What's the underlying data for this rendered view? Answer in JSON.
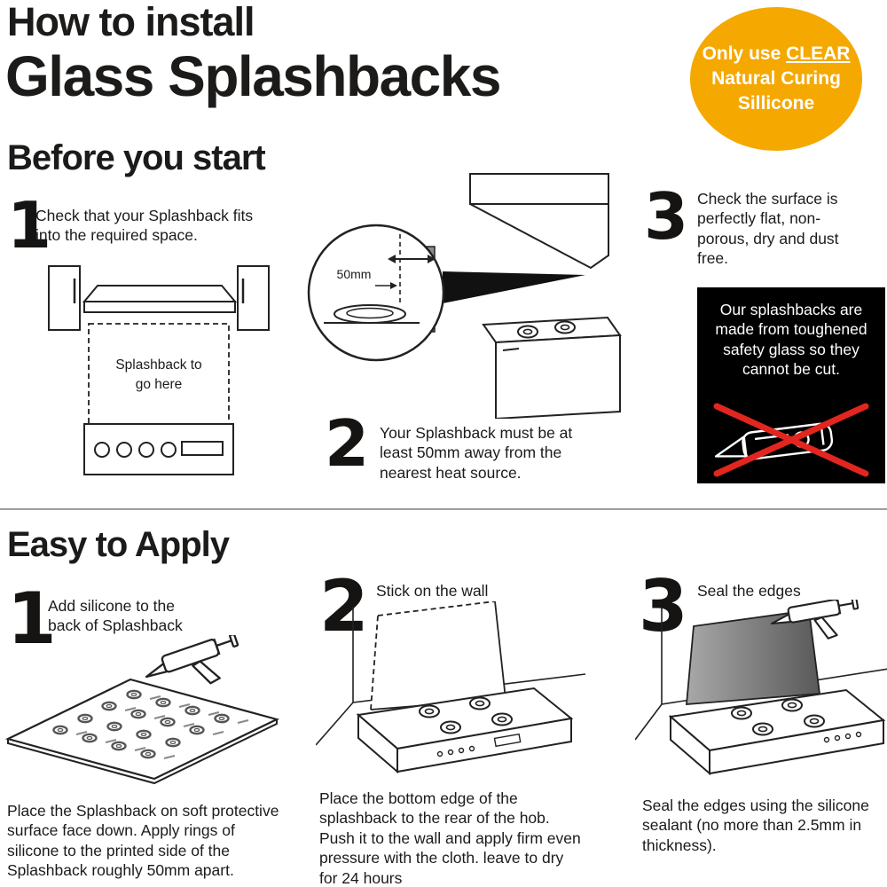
{
  "header": {
    "title_line1": "How to install",
    "title_line2": "Glass Splashbacks"
  },
  "badge": {
    "line1_prefix": "Only use ",
    "line1_emph": "CLEAR",
    "line2": "Natural Curing",
    "line3": "Sillicone"
  },
  "before": {
    "heading": "Before you start",
    "step1": {
      "number": "1",
      "text": "Check that your Splashback fits into the required space."
    },
    "step2": {
      "number": "2",
      "text": "Your Splashback must be at least 50mm away from the nearest heat source."
    },
    "step3": {
      "number": "3",
      "text": "Check the surface is perfectly flat, non-porous, dry and dust free."
    },
    "diagram1": {
      "label_line1": "Splashback to",
      "label_line2": "go here"
    },
    "diagram2": {
      "label": "50mm"
    },
    "warning": {
      "text": "Our splashbacks are made from toughened safety glass so they cannot be cut."
    }
  },
  "apply": {
    "heading": "Easy to Apply",
    "step1": {
      "number": "1",
      "title": "Add silicone to the back of Splashback",
      "caption": "Place the Splashback on soft protective surface face down. Apply rings of silicone to the printed side of the Splashback roughly 50mm apart."
    },
    "step2": {
      "number": "2",
      "title": "Stick on the wall",
      "caption": "Place the bottom edge of the splashback to the rear of the hob. Push it to the wall and apply firm even pressure with the cloth. leave to dry for 24 hours"
    },
    "step3": {
      "number": "3",
      "title": "Seal the edges",
      "caption": "Seal the edges using the silicone sealant (no more than 2.5mm in thickness)."
    }
  },
  "colors": {
    "badge_bg": "#F5A800",
    "badge_text": "#FFFFFF",
    "warning_bg": "#000000",
    "warning_text": "#FFFFFF",
    "cross_red": "#E2261F",
    "ink": "#1C1B1A"
  }
}
